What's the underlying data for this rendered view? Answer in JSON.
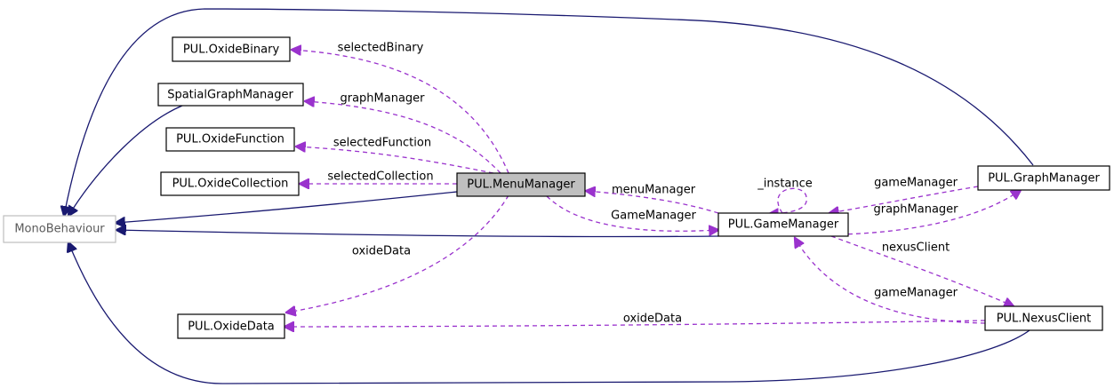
{
  "colors": {
    "inheritance_edge": "#191970",
    "usage_edge": "#9a32cd",
    "focus_fill": "#bfbfbf",
    "external_border": "#bfbfbf"
  },
  "nodes": {
    "mono_behaviour": "MonoBehaviour",
    "oxide_binary": "PUL.OxideBinary",
    "spatial_graph_manager": "SpatialGraphManager",
    "oxide_function": "PUL.OxideFunction",
    "oxide_collection": "PUL.OxideCollection",
    "menu_manager": "PUL.MenuManager",
    "game_manager": "PUL.GameManager",
    "graph_manager": "PUL.GraphManager",
    "nexus_client": "PUL.NexusClient",
    "oxide_data": "PUL.OxideData"
  },
  "edge_labels": {
    "selected_binary": "selectedBinary",
    "graph_manager_menu": "graphManager",
    "selected_function": "selectedFunction",
    "selected_collection": "selectedCollection",
    "oxide_data_menu": "oxideData",
    "menu_manager": "menuManager",
    "game_manager_menu": "GameManager",
    "instance": "_instance",
    "game_manager_graph": "gameManager",
    "graph_manager_game": "graphManager",
    "nexus_client": "nexusClient",
    "game_manager_nexus": "gameManager",
    "oxide_data_nexus": "oxideData"
  }
}
